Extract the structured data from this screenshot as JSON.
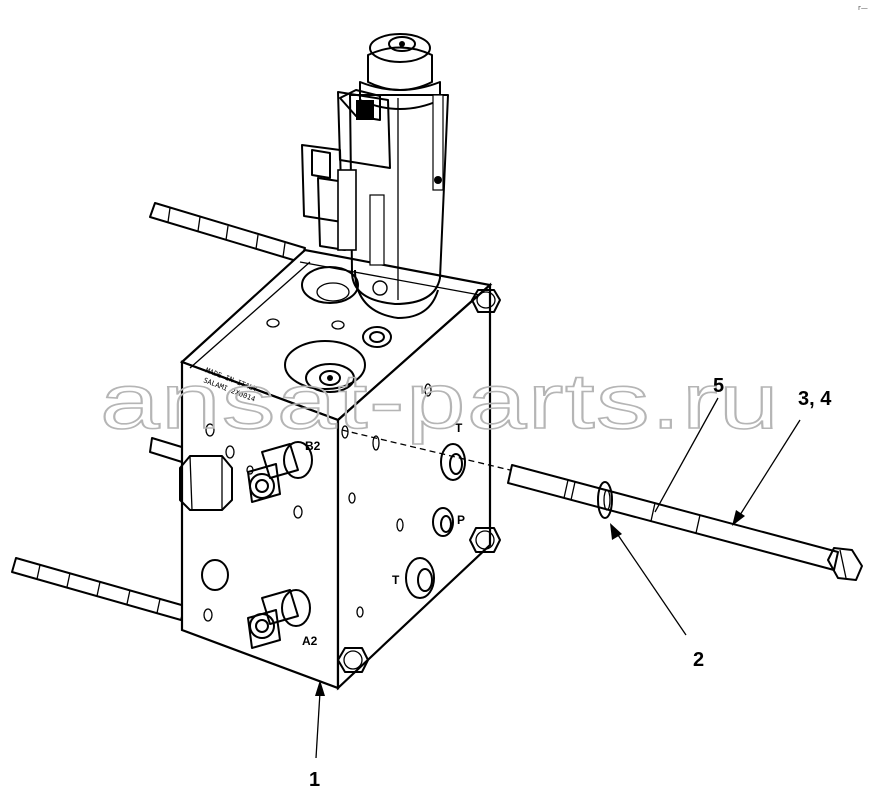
{
  "callouts": {
    "part_1": "1",
    "part_2": "2",
    "part_3_4": "3, 4",
    "part_5": "5"
  },
  "port_labels": {
    "b2": "B2",
    "a2": "A2",
    "top_right": "T",
    "mid_right": "P",
    "low_right": "T"
  },
  "face_markings": {
    "line_1": "MADE IN ITALY",
    "line_2": "SALAMI 2X0014"
  },
  "corner_mark": "r—",
  "watermark": "ansat-parts.ru"
}
